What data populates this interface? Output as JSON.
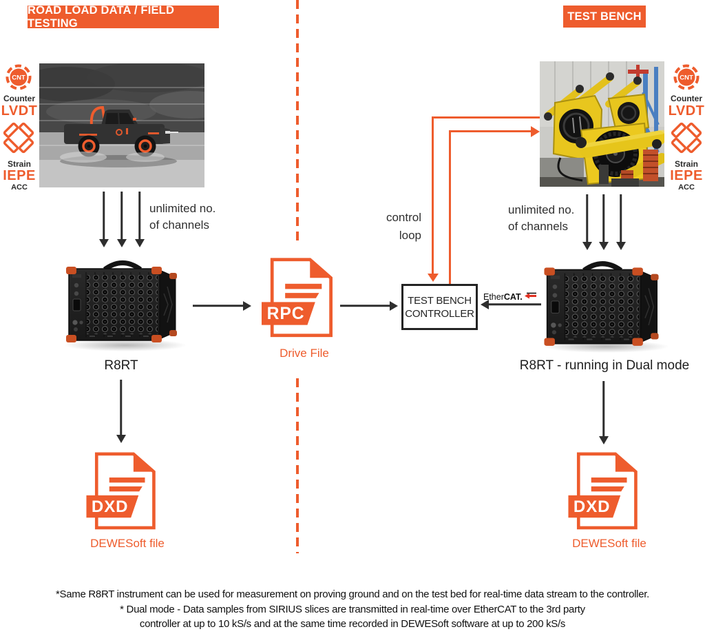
{
  "colors": {
    "accent_orange": "#ee5c2d",
    "arrow_black": "#2e2e2e",
    "ethercat_red": "#e03122"
  },
  "banners": {
    "left": "ROAD LOAD DATA / FIELD TESTING",
    "right": "TEST BENCH"
  },
  "sensor_legend": {
    "cnt_badge": "CNT",
    "counter": "Counter",
    "lvdt": "LVDT",
    "strain": "Strain",
    "iepe": "IEPE",
    "acc": "ACC"
  },
  "channels_note": {
    "line1": "unlimited no.",
    "line2": "of channels"
  },
  "control_loop": {
    "line1": "control",
    "line2": "loop"
  },
  "devices": {
    "left_label": "R8RT",
    "right_label": "R8RT - running in Dual mode"
  },
  "files": {
    "rpc": {
      "badge": "RPC",
      "caption": "Drive File"
    },
    "dxd": {
      "badge": "DXD",
      "caption": "DEWESoft file"
    }
  },
  "controller": {
    "line1": "TEST BENCH",
    "line2": "CONTROLLER"
  },
  "ethercat": {
    "prefix": "Ether",
    "suffix": "CAT."
  },
  "footer": {
    "line1": "*Same R8RT instrument can be used for measurement on proving ground and on the test bed for real-time data stream to the controller.",
    "line2": "* Dual mode - Data samples from SIRIUS slices are transmitted in real-time over EtherCAT to the 3rd party",
    "line3": "controller at up to 10 kS/s and at the same time recorded in DEWESoft software at up to 200 kS/s"
  }
}
